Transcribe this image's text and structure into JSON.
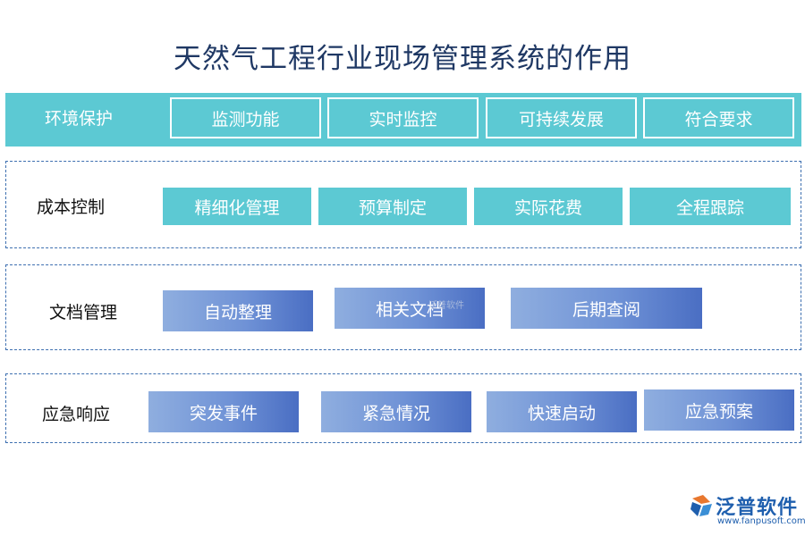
{
  "title": "天然气工程行业现场管理系统的作用",
  "sections": {
    "environment": {
      "label": "环境保护",
      "items": [
        "监测功能",
        "实时监控",
        "可持续发展",
        "符合要求"
      ]
    },
    "cost": {
      "label": "成本控制",
      "items": [
        "精细化管理",
        "预算制定",
        "实际花费",
        "全程跟踪"
      ]
    },
    "document": {
      "label": "文档管理",
      "items": [
        "自动整理",
        "相关文档",
        "后期查阅"
      ]
    },
    "emergency": {
      "label": "应急响应",
      "items": [
        "突发事件",
        "紧急情况",
        "快速启动",
        "应急预案"
      ]
    }
  },
  "watermark": {
    "text": "泛普软件"
  },
  "logo": {
    "name": "泛普软件",
    "url": "www.fanpusoft.com"
  },
  "colors": {
    "teal": "#5cc9d3",
    "blue": "#6f92d6",
    "title": "#1f3864",
    "brand": "#1f5fae"
  }
}
